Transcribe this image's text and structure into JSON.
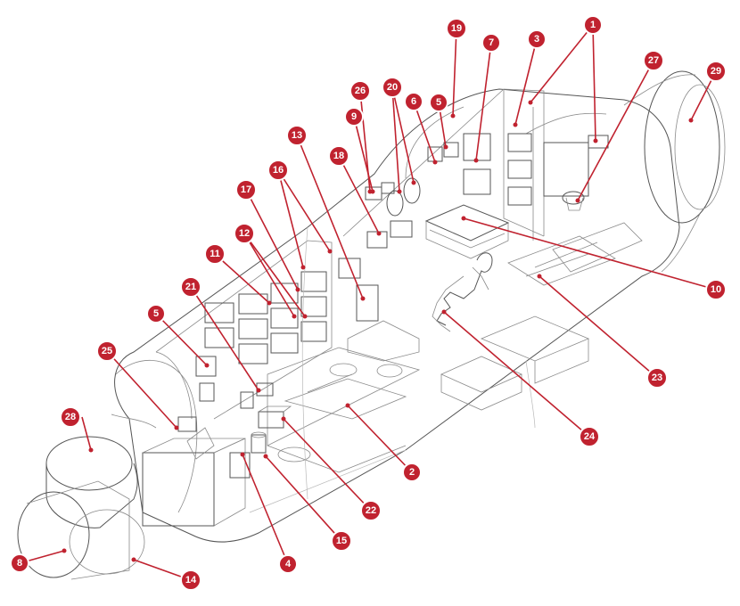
{
  "diagram": {
    "accent_color": "#c0222f",
    "callouts": [
      {
        "id": "c1",
        "label": "1"
      },
      {
        "id": "c2",
        "label": "2"
      },
      {
        "id": "c3",
        "label": "3"
      },
      {
        "id": "c4",
        "label": "4"
      },
      {
        "id": "c5a",
        "label": "5"
      },
      {
        "id": "c5b",
        "label": "5"
      },
      {
        "id": "c6",
        "label": "6"
      },
      {
        "id": "c7",
        "label": "7"
      },
      {
        "id": "c8",
        "label": "8"
      },
      {
        "id": "c9",
        "label": "9"
      },
      {
        "id": "c10",
        "label": "10"
      },
      {
        "id": "c11",
        "label": "11"
      },
      {
        "id": "c12",
        "label": "12"
      },
      {
        "id": "c13",
        "label": "13"
      },
      {
        "id": "c14",
        "label": "14"
      },
      {
        "id": "c15",
        "label": "15"
      },
      {
        "id": "c16",
        "label": "16"
      },
      {
        "id": "c17",
        "label": "17"
      },
      {
        "id": "c18",
        "label": "18"
      },
      {
        "id": "c19",
        "label": "19"
      },
      {
        "id": "c20",
        "label": "20"
      },
      {
        "id": "c21",
        "label": "21"
      },
      {
        "id": "c22",
        "label": "22"
      },
      {
        "id": "c23",
        "label": "23"
      },
      {
        "id": "c24",
        "label": "24"
      },
      {
        "id": "c25",
        "label": "25"
      },
      {
        "id": "c26",
        "label": "26"
      },
      {
        "id": "c27",
        "label": "27"
      },
      {
        "id": "c28",
        "label": "28"
      },
      {
        "id": "c29",
        "label": "29"
      }
    ]
  }
}
